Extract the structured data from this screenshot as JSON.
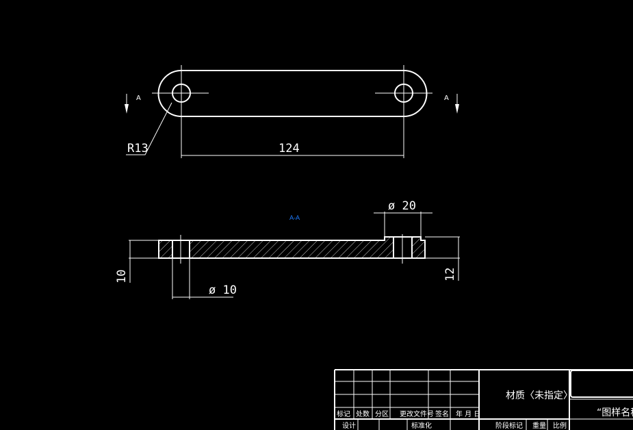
{
  "drawing": {
    "dimensions": {
      "length": "124",
      "radius": "R13",
      "hole_small": "ø 10",
      "hole_large": "ø 20",
      "thickness_left": "10",
      "thickness_right": "12"
    },
    "section_marker": "A",
    "section_label": "A-A",
    "section_color": "#1e7cff"
  },
  "title_block": {
    "headers": [
      "标记",
      "处数",
      "分区",
      "更改文件号",
      "签名",
      "年 月 日"
    ],
    "row2": [
      "设计",
      "标准化"
    ],
    "middle": [
      "阶段标记",
      "重量",
      "比例"
    ],
    "material": "材质〈未指定〉",
    "drawing_name": "“图样名称"
  }
}
